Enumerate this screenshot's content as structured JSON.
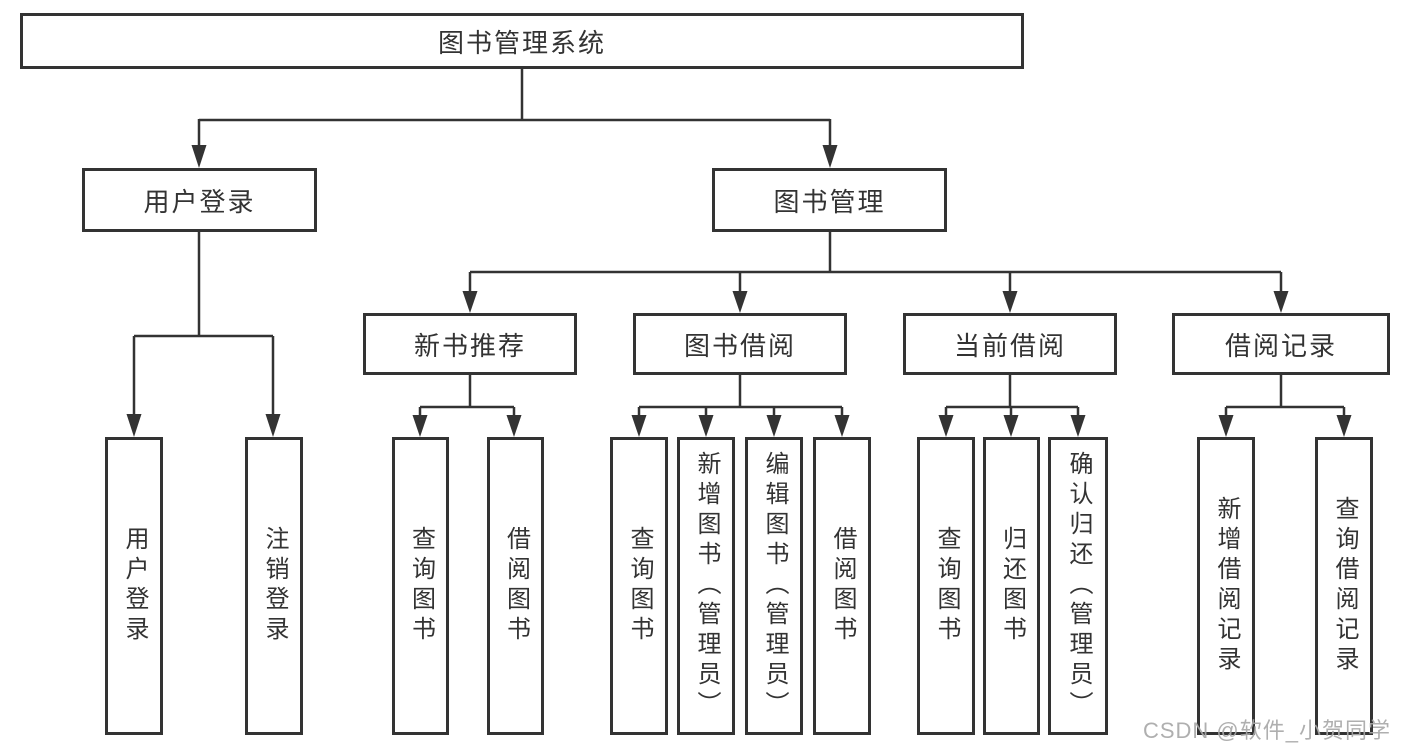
{
  "diagram": {
    "root": {
      "label": "图书管理系统"
    },
    "level2": [
      {
        "label": "用户登录"
      },
      {
        "label": "图书管理"
      }
    ],
    "level3": [
      {
        "label": "新书推荐"
      },
      {
        "label": "图书借阅"
      },
      {
        "label": "当前借阅"
      },
      {
        "label": "借阅记录"
      }
    ],
    "leaves": [
      {
        "label": "用户登录"
      },
      {
        "label": "注销登录"
      },
      {
        "label": "查询图书"
      },
      {
        "label": "借阅图书"
      },
      {
        "label": "查询图书"
      },
      {
        "label": "新增图书（管理员）"
      },
      {
        "label": "编辑图书（管理员）"
      },
      {
        "label": "借阅图书"
      },
      {
        "label": "查询图书"
      },
      {
        "label": "归还图书"
      },
      {
        "label": "确认归还（管理员）"
      },
      {
        "label": "新增借阅记录"
      },
      {
        "label": "查询借阅记录"
      }
    ]
  },
  "watermark": {
    "text": "CSDN @软件_小贺同学"
  },
  "colors": {
    "line": "#333333",
    "box_border": "#333333",
    "text": "#333333",
    "watermark": "#a8a8a8",
    "background": "#ffffff"
  }
}
